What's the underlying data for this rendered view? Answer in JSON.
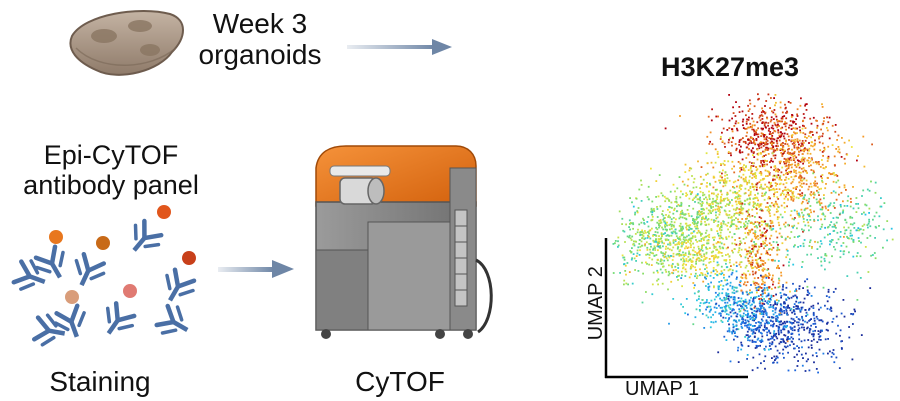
{
  "organoids": {
    "line1": "Week 3",
    "line2": "organoids"
  },
  "panel": {
    "line1": "Epi-CyTOF",
    "line2": "antibody panel"
  },
  "steps": {
    "staining": "Staining",
    "cytof": "CyTOF"
  },
  "umap": {
    "title": "H3K27me3",
    "xlabel": "UMAP 1",
    "ylabel": "UMAP 2"
  },
  "colors": {
    "arrow": "#6e86a6",
    "antibody": "#4a6fa5",
    "organoid": "#b3a090",
    "machine_orange": "#ee7a1c",
    "machine_gray": "#8e8e8e",
    "scale_high": "#b2000f",
    "scale_low": "#1a2b9a"
  },
  "icons": {
    "organoid": "organoid-icon",
    "antibody": "antibody-icon",
    "machine": "cytof-machine-icon"
  }
}
